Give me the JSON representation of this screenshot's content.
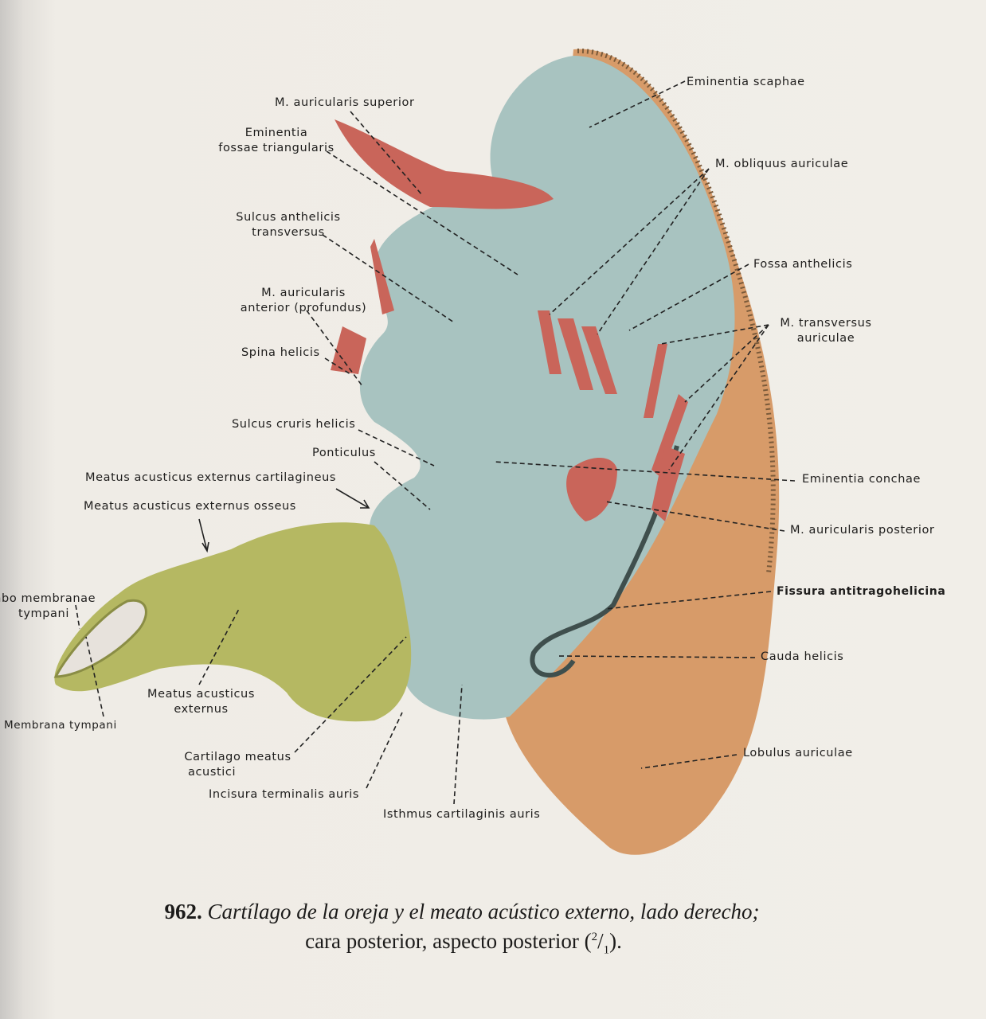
{
  "figure": {
    "labels": {
      "m_auricularis_superior": "M. auricularis superior",
      "eminentia_fossae_1": "Eminentia",
      "eminentia_fossae_2": "fossae triangularis",
      "sulcus_anthelicis_1": "Sulcus anthelicis",
      "sulcus_anthelicis_2": "transversus",
      "m_auricularis_anterior_1": "M. auricularis",
      "m_auricularis_anterior_2": "anterior (profundus)",
      "spina_helicis": "Spina helicis",
      "sulcus_cruris_helicis": "Sulcus cruris helicis",
      "ponticulus": "Ponticulus",
      "meatus_cartilagineus": "Meatus acusticus externus cartilagineus",
      "meatus_osseus": "Meatus acusticus externus osseus",
      "limbo_1": "Limbo membranae",
      "limbo_2": "tympani",
      "membrana_tympani": "Membrana tympani",
      "meatus_externus_1": "Meatus acusticus",
      "meatus_externus_2": "externus",
      "cartilago_meatus_1": "Cartilago meatus",
      "cartilago_meatus_2": "acustici",
      "incisura_terminalis": "Incisura terminalis auris",
      "isthmus": "Isthmus cartilaginis auris",
      "eminentia_scaphae": "Eminentia scaphae",
      "m_obliquus": "M. obliquus auriculae",
      "fossa_anthelicis": "Fossa anthelicis",
      "m_transversus_1": "M. transversus",
      "m_transversus_2": "auriculae",
      "eminentia_conchae": "Eminentia conchae",
      "m_auricularis_posterior": "M. auricularis posterior",
      "fissura": "Fissura antitragohelicina",
      "cauda_helicis": "Cauda helicis",
      "lobulus": "Lobulus auriculae"
    }
  },
  "caption": {
    "number": "962.",
    "title_italic": "Cartílago de la oreja y el meato acústico externo, lado derecho;",
    "line2": "cara posterior, aspecto posterior (",
    "ratio_num": "2",
    "ratio_den": "1",
    "line2_end": ")."
  },
  "colors": {
    "cartilage": "#a9c2bf",
    "skin": "#d89a6a",
    "muscle": "#c8645a",
    "bone": "#b7b961"
  }
}
